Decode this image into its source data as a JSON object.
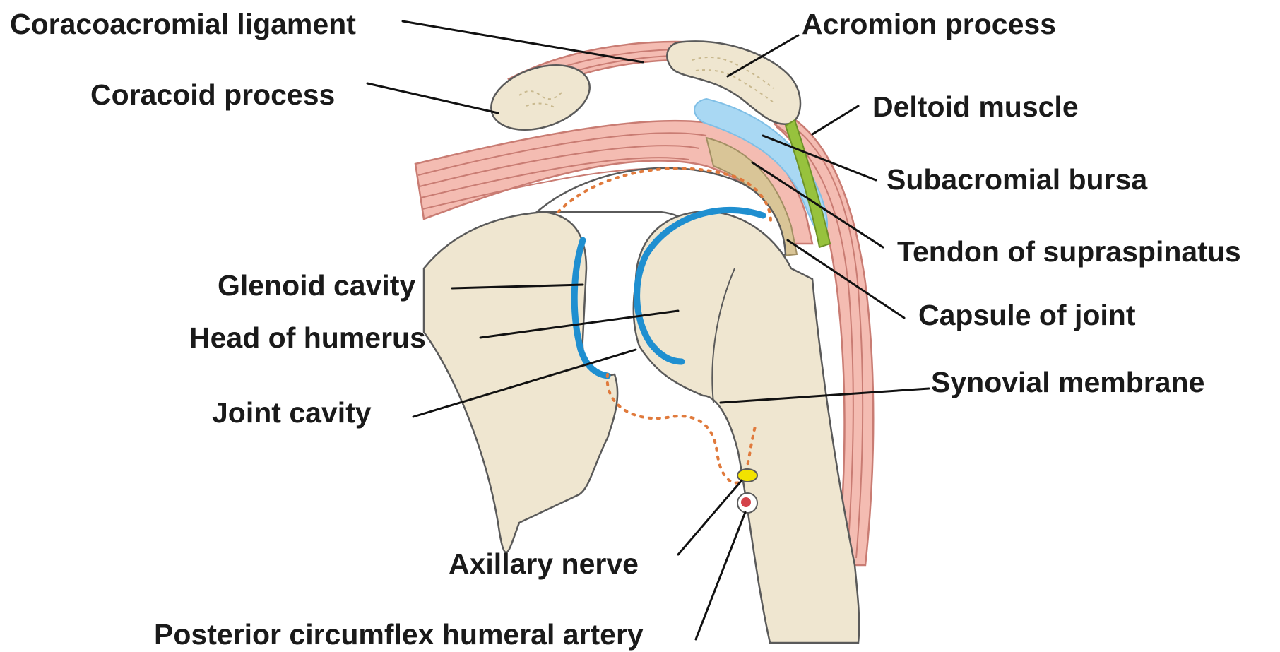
{
  "labels": {
    "coracoacromial_ligament": "Coracoacromial ligament",
    "acromion_process": "Acromion process",
    "coracoid_process": "Coracoid process",
    "deltoid_muscle": "Deltoid muscle",
    "subacromial_bursa": "Subacromial bursa",
    "tendon_of_supraspinatus": "Tendon of supraspinatus",
    "glenoid_cavity": "Glenoid cavity",
    "capsule_of_joint": "Capsule of joint",
    "head_of_humerus": "Head of humerus",
    "synovial_membrane": "Synovial membrane",
    "joint_cavity": "Joint cavity",
    "axillary_nerve": "Axillary nerve",
    "posterior_circumflex_humeral_artery": "Posterior circumflex humeral artery"
  },
  "colors": {
    "muscle": "#f4bcb2",
    "bone": "#efe6d0",
    "bursa": "#a9d8f3",
    "deltoid": "#97c23d",
    "tendon": "#d9c597",
    "cartilage": "#1f8fd0",
    "synovial": "#e07a3c",
    "nerve": "#f2e200",
    "artery": "#d4434a"
  }
}
